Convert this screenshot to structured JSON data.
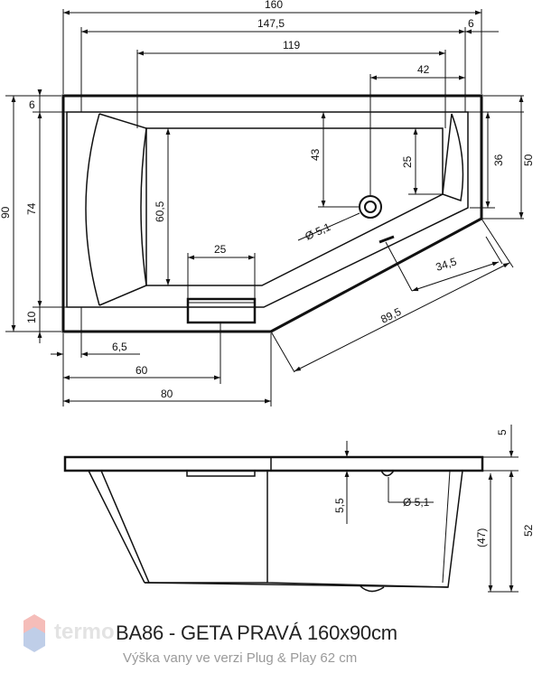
{
  "title": "BA86 - GETA PRAVÁ 160x90cm",
  "subtitle": "Výška vany ve verzi Plug & Play 62 cm",
  "watermark": "termo",
  "colors": {
    "line": "#111111",
    "watermark_red": "#f4b6b2",
    "watermark_blue": "#b9c9e6"
  },
  "plan_dimensions": {
    "overall_length": "160",
    "inner_length": "147,5",
    "right_rim": "6",
    "interior_length": "119",
    "drain_offset": "42",
    "top_rim": "6",
    "overall_width": "90",
    "inner_width": "74",
    "front_rim": "10",
    "backrest_height": "60,5",
    "drain_depth": "43",
    "right_inner": "25",
    "right_wall": "36",
    "right_outer": "50",
    "drain_diameter": "Ø 5,1",
    "diagonal_short": "34,5",
    "diagonal_long": "89,5",
    "panel_width": "25",
    "left_rim": "6,5",
    "front_position": "60",
    "front_length": "80"
  },
  "side_dimensions": {
    "top_thickness": "5",
    "rim_drop": "5,5",
    "drain_diameter": "Ø 5,1",
    "inner_depth": "(47)",
    "total_height": "52"
  }
}
